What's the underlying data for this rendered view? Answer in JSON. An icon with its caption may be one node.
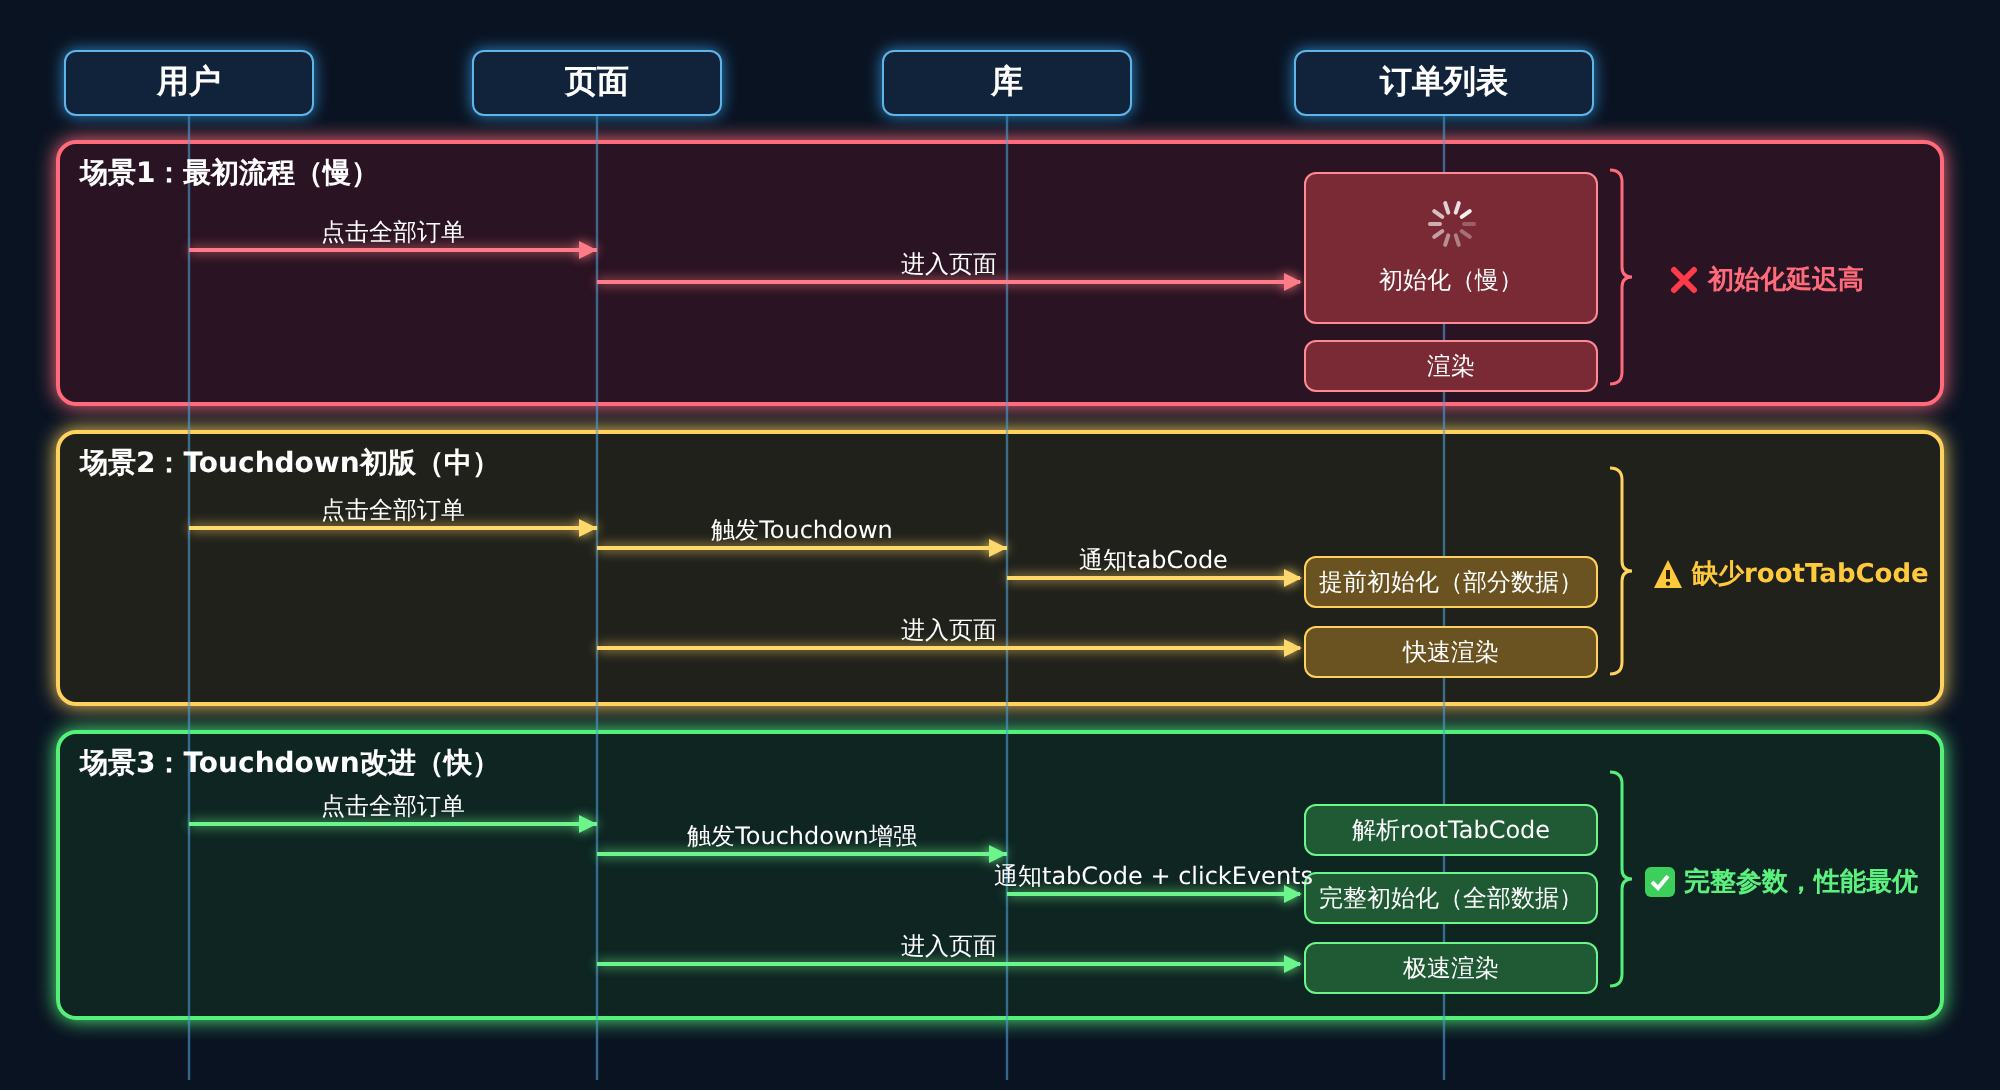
{
  "diagram": {
    "nodes": [
      {
        "text": [
          "用户"
        ]
      },
      {
        "text": [
          "页面"
        ]
      },
      {
        "text": [
          "库"
        ]
      },
      {
        "text": [
          "订单列表"
        ]
      },
      {
        "text": [
          "场景1：最初流程（慢）"
        ],
        "beside": [
          "初始化延迟高"
        ]
      },
      {
        "text": [
          "初始化（慢）"
        ],
        "in": 4
      },
      {
        "text": [
          "渲染"
        ],
        "in": 4
      },
      {
        "text": [
          "场景2：Touchdown初版（中）"
        ],
        "beside": [
          "缺少rootTabCode"
        ]
      },
      {
        "text": [
          "提前初始化（部分数据）"
        ],
        "in": 7
      },
      {
        "text": [
          "快速渲染"
        ],
        "in": 7
      },
      {
        "text": [
          "场景3：Touchdown改进（快）"
        ],
        "beside": [
          "完整参数，性能最优"
        ]
      },
      {
        "text": [
          "解析rootTabCode"
        ],
        "in": 10
      },
      {
        "text": [
          "完整初始化（全部数据）"
        ],
        "in": 10
      },
      {
        "text": [
          "极速渲染"
        ],
        "in": 10
      }
    ],
    "edges": [
      {
        "from": 0,
        "to": 1,
        "arrow": "to",
        "label": "点击全部订单",
        "color": "#ff7b86"
      },
      {
        "from": 1,
        "to": 5,
        "arrow": "to",
        "label": "进入页面",
        "color": "#ff7b86"
      },
      {
        "from": 0,
        "to": 1,
        "arrow": "to",
        "label": "点击全部订单",
        "color": "#ffd86b"
      },
      {
        "from": 1,
        "to": 2,
        "arrow": "to",
        "label": "触发Touchdown",
        "color": "#ffd86b"
      },
      {
        "from": 2,
        "to": 8,
        "arrow": "to",
        "label": "通知tabCode",
        "color": "#ffd86b"
      },
      {
        "from": 1,
        "to": 9,
        "arrow": "to",
        "label": "进入页面",
        "color": "#ffd86b"
      },
      {
        "from": 0,
        "to": 1,
        "arrow": "to",
        "label": "点击全部订单",
        "color": "#6cf58a"
      },
      {
        "from": 1,
        "to": 2,
        "arrow": "to",
        "label": "触发Touchdown增强",
        "color": "#6cf58a"
      },
      {
        "from": 2,
        "to": 12,
        "arrow": "to",
        "label": "通知tabCode + clickEvents",
        "color": "#6cf58a"
      },
      {
        "from": 1,
        "to": 13,
        "arrow": "to",
        "label": "进入页面",
        "color": "#6cf58a"
      }
    ]
  }
}
